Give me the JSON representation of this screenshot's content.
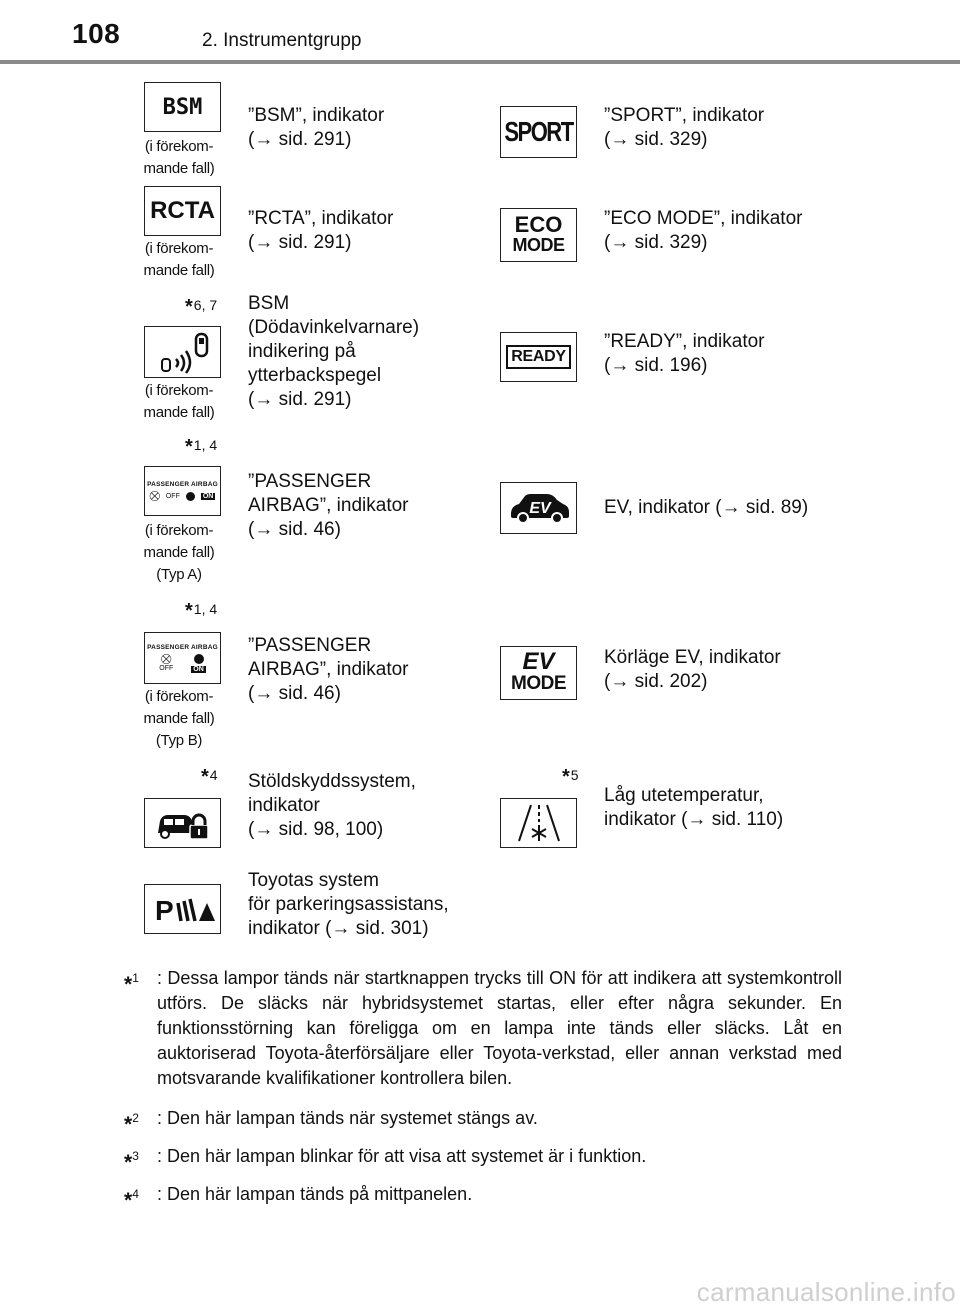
{
  "header": {
    "page_number": "108",
    "section": "2. Instrumentgrupp"
  },
  "left_col": {
    "bsm": {
      "icon_text": "BSM",
      "caption1": "(i förekom-",
      "caption2": "mande fall)",
      "desc": "”BSM”, indikator\n(→ sid. 291)"
    },
    "rcta": {
      "icon_text": "RCTA",
      "caption1": "(i förekom-",
      "caption2": "mande fall)",
      "desc": "”RCTA”, indikator\n(→ sid. 291)"
    },
    "bsm_mirror": {
      "star": "*",
      "sup": "6, 7",
      "caption1": "(i förekom-",
      "caption2": "mande fall)",
      "desc": "BSM\n(Dödavinkelvarnare)\nindikering på\nytterbackspegel\n(→ sid. 291)"
    },
    "airbag_a": {
      "star": "*",
      "sup": "1, 4",
      "icon_title": "PASSENGER AIRBAG",
      "off": "OFF",
      "on": "ON",
      "caption1": "(i förekom-",
      "caption2": "mande fall)",
      "caption3": "(Typ A)",
      "desc": "”PASSENGER\nAIRBAG”, indikator\n(→ sid. 46)"
    },
    "airbag_b": {
      "star": "*",
      "sup": "1, 4",
      "icon_title": "PASSENGER AIRBAG",
      "off": "OFF",
      "on": "ON",
      "caption1": "(i förekom-",
      "caption2": "mande fall)",
      "caption3": "(Typ B)",
      "desc": "”PASSENGER\nAIRBAG”, indikator\n(→ sid. 46)"
    },
    "theft": {
      "star": "*",
      "sup": "4",
      "desc": "Stöldskyddssystem,\nindikator\n(→ sid. 98, 100)"
    },
    "parking": {
      "desc": "Toyotas system\nför parkeringsassistans,\nindikator (→ sid. 301)"
    }
  },
  "right_col": {
    "sport": {
      "icon_text": "SPORT",
      "desc": "”SPORT”, indikator\n(→ sid. 329)"
    },
    "eco": {
      "icon_line1": "ECO",
      "icon_line2": "MODE",
      "desc": "”ECO MODE”, indikator\n(→ sid. 329)"
    },
    "ready": {
      "icon_text": "READY",
      "desc": "”READY”, indikator\n(→ sid. 196)"
    },
    "ev": {
      "icon_text": "EV",
      "desc": "EV, indikator (→ sid. 89)"
    },
    "ev_mode": {
      "icon_line1": "EV",
      "icon_line2": "MODE",
      "desc": "Körläge EV, indikator\n(→ sid. 202)"
    },
    "low_temp": {
      "star": "*",
      "sup": "5",
      "desc": "Låg utetemperatur,\nindikator (→ sid. 110)"
    }
  },
  "footnotes": [
    {
      "star": "*",
      "num": "1",
      "text": ": Dessa lampor tänds när startknappen trycks till ON för att indikera att sys­temkontroll utförs. De släcks när hybridsystemet startas, eller efter några sekunder. En funktionsstörning kan föreligga om en lampa inte tänds eller släcks. Låt en auktoriserad Toyota-återförsäljare eller Toyota-verkstad, el­ler annan verkstad med motsvarande kvalifikationer kontrollera bilen."
    },
    {
      "star": "*",
      "num": "2",
      "text": ": Den här lampan tänds när systemet stängs av."
    },
    {
      "star": "*",
      "num": "3",
      "text": ": Den här lampan blinkar för att visa att systemet är i funktion."
    },
    {
      "star": "*",
      "num": "4",
      "text": ": Den här lampan tänds på mittpanelen."
    }
  ],
  "watermark": "carmanualsonline.info"
}
